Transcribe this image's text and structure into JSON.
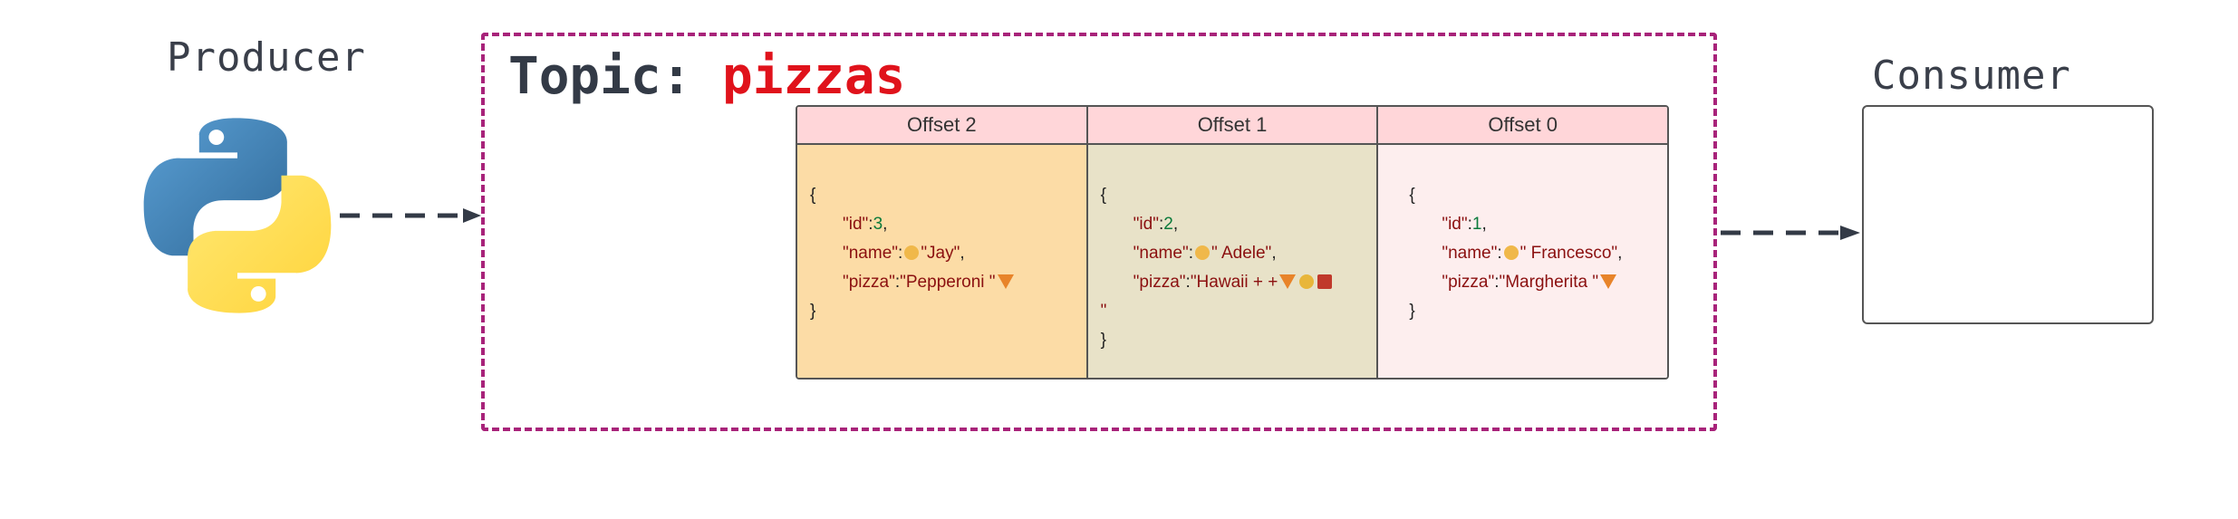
{
  "producer": {
    "label": "Producer",
    "icon": "python-logo"
  },
  "consumer": {
    "label": "Consumer"
  },
  "topic": {
    "prefix": "Topic:",
    "name": "pizzas"
  },
  "messages": [
    {
      "header": "Offset 2",
      "bg": "#fcdca6",
      "open": "{",
      "id_key": "\"id\"",
      "id_val": "3",
      "name_key": "\"name\"",
      "name_val": "\"Jay\"",
      "pizza_key": "\"pizza\"",
      "pizza_val": "\"Pepperoni \"",
      "close": "}"
    },
    {
      "header": "Offset 1",
      "bg": "#e8e2c8",
      "open": "{",
      "id_key": "\"id\"",
      "id_val": "2",
      "name_key": "\"name\"",
      "name_val": "\" Adele\"",
      "pizza_key": "\"pizza\"",
      "pizza_val": "\"Hawaii  +  +",
      "extra": "\"",
      "close": "}"
    },
    {
      "header": "Offset 0",
      "bg": "#fdeeee",
      "open": "{",
      "id_key": "\"id\"",
      "id_val": "1",
      "name_key": "\"name\"",
      "name_val": "\" Francesco\"",
      "pizza_key": "\"pizza\"",
      "pizza_val": "\"Margherita \"",
      "close": "}"
    }
  ],
  "colors": {
    "topic_border": "#a8237a",
    "topic_name": "#e0121b",
    "header_bg": "#ffd6d9"
  }
}
